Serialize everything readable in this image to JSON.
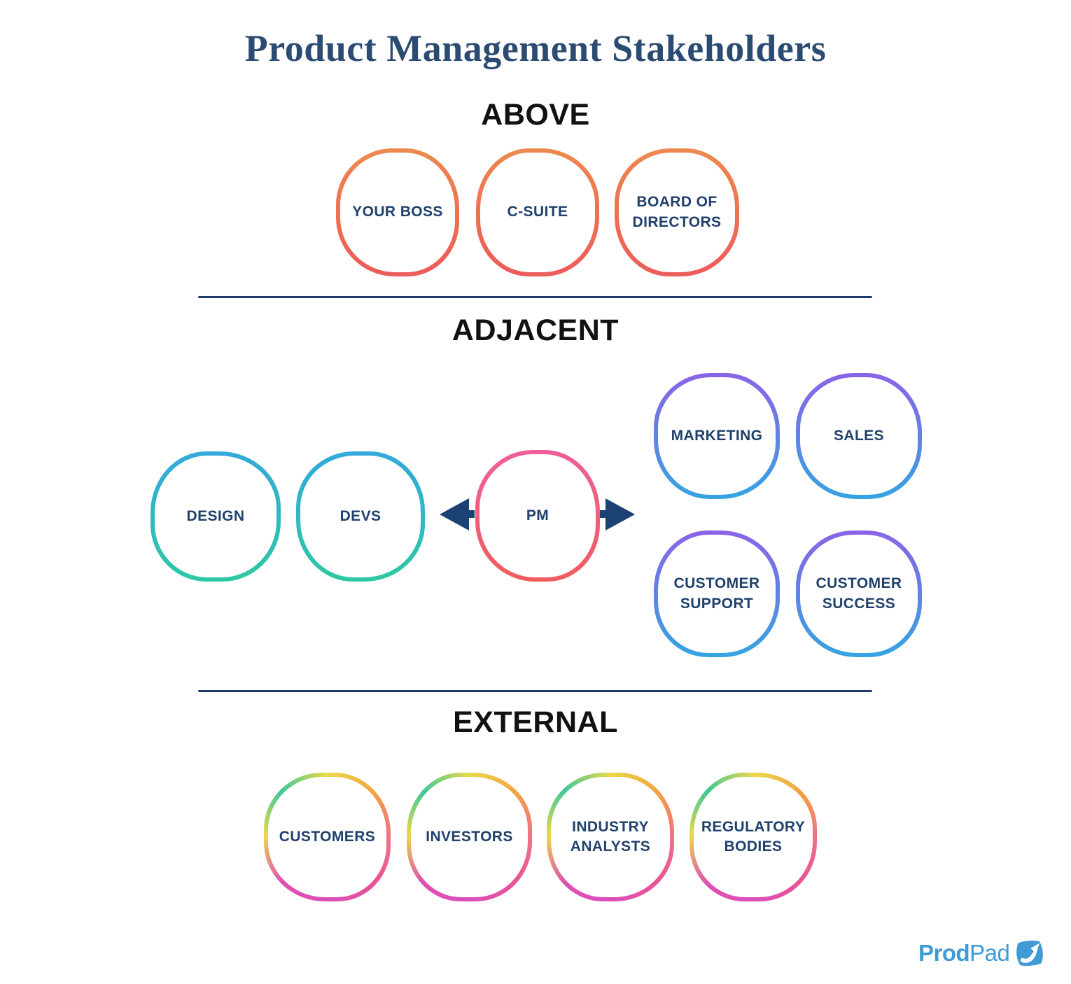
{
  "title": "Product Management Stakeholders",
  "sections": {
    "above": {
      "label": "ABOVE",
      "items": [
        "YOUR BOSS",
        "C-SUITE",
        "BOARD OF DIRECTORS"
      ]
    },
    "adjacent": {
      "label": "ADJACENT",
      "left_items": [
        "DESIGN",
        "DEVS"
      ],
      "center_item": "PM",
      "right_items": [
        "MARKETING",
        "SALES",
        "CUSTOMER SUPPORT",
        "CUSTOMER SUCCESS"
      ]
    },
    "external": {
      "label": "EXTERNAL",
      "items": [
        "CUSTOMERS",
        "INVESTORS",
        "INDUSTRY ANALYSTS",
        "REGULATORY BODIES"
      ]
    }
  },
  "logo": {
    "bold": "Prod",
    "light": "Pad"
  },
  "colors": {
    "title_text": "#2C4B72",
    "heading_text": "#111111",
    "label_text": "#20416B",
    "divider": "#1E3A6E",
    "arrow": "#1B4273",
    "above_gradient": [
      "#ED8A4E",
      "#EC5B5B"
    ],
    "team_gradient": [
      "#33A9DC",
      "#2EC8A5"
    ],
    "pm_gradient": [
      "#EF5E9B",
      "#F15D5D"
    ],
    "gtm_gradient": [
      "#8B63E6",
      "#36A4E2"
    ],
    "external_gradient": [
      "#3EC896",
      "#EAD94A",
      "#F2A440",
      "#F07186",
      "#DC4FBC"
    ],
    "logo_blue": "#3E9BD6"
  }
}
